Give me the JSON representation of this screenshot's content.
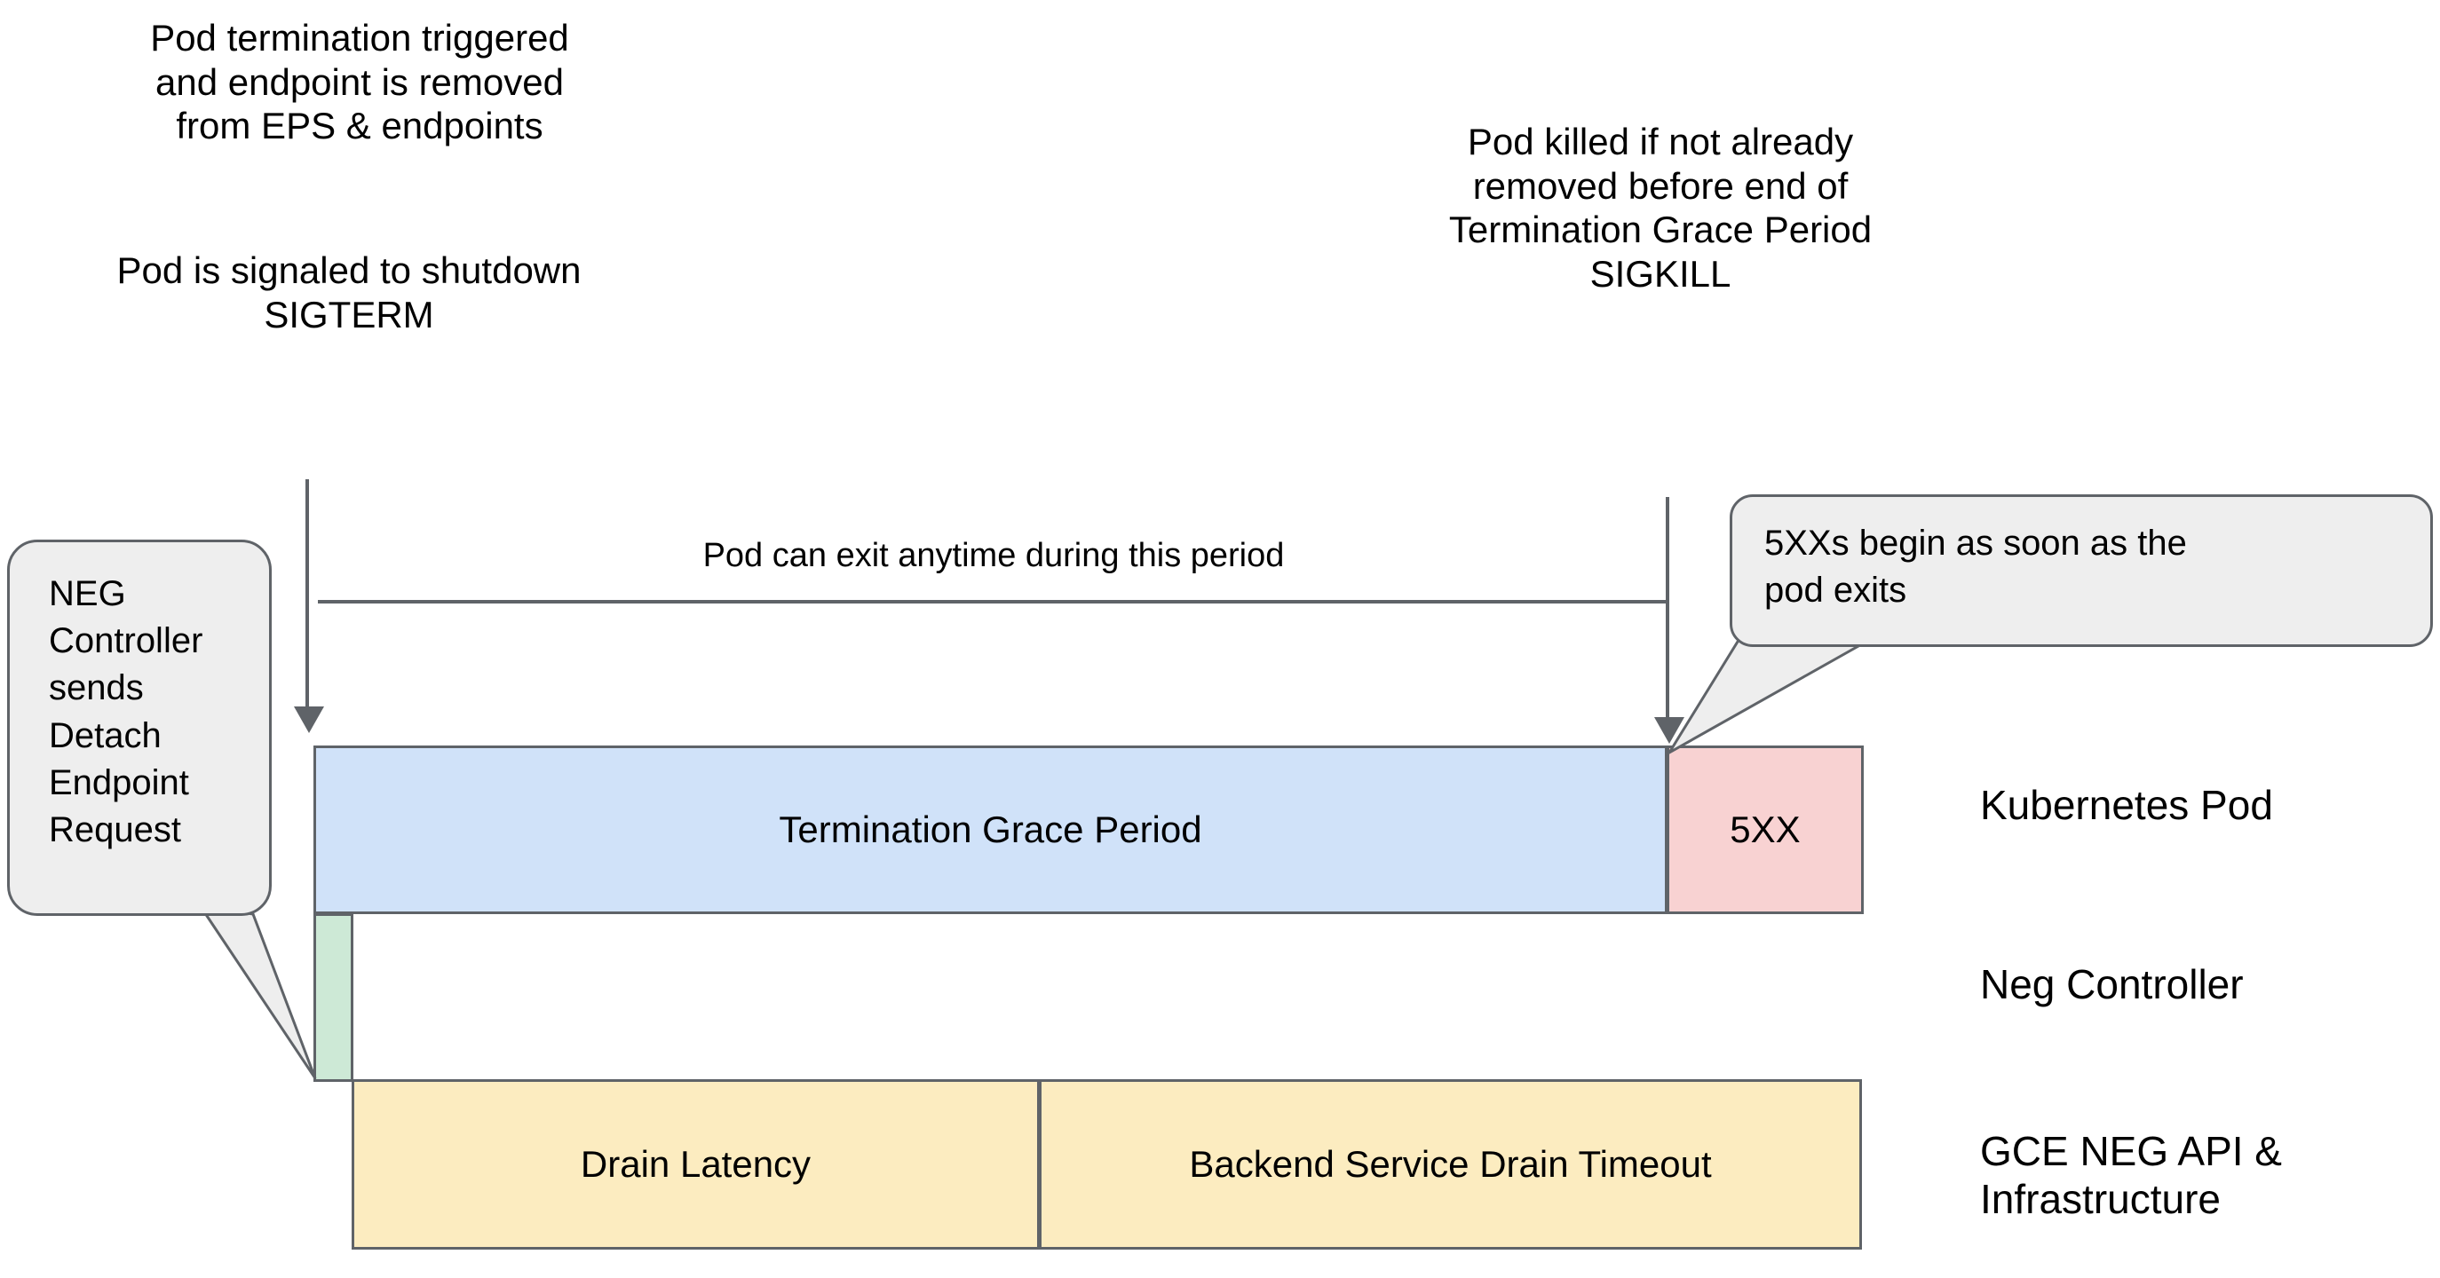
{
  "notes": {
    "termination": "Pod termination triggered\nand endpoint is removed\nfrom EPS & endpoints",
    "sigterm": "Pod is signaled to shutdown\nSIGTERM",
    "sigkill": "Pod killed if not already\nremoved before end of\nTermination Grace Period\nSIGKILL"
  },
  "timeline": {
    "period_label": "Pod can exit anytime during this period"
  },
  "boxes": {
    "termination_grace_period": "Termination Grace Period",
    "five_xx": "5XX",
    "neg_detach": "",
    "drain_latency": "Drain Latency",
    "backend_service_drain_timeout": "Backend Service Drain Timeout"
  },
  "lane_labels": {
    "kubernetes_pod": "Kubernetes Pod",
    "neg_controller": "Neg Controller",
    "gce_neg_api": "GCE NEG API &\nInfrastructure"
  },
  "callouts": {
    "neg_controller": "NEG\nController\nsends\nDetach\nEndpoint\nRequest",
    "five_xx_begin": "5XXs begin as soon as the\npod exits"
  },
  "colors": {
    "blue_fill": "#d0e2f9",
    "pink_fill": "#f8d2d2",
    "green_fill": "#cde9d6",
    "yellow_fill": "#fcecc0",
    "callout_fill": "#eeeeee",
    "stroke": "#5f6368",
    "text": "#000000",
    "background": "#ffffff"
  }
}
